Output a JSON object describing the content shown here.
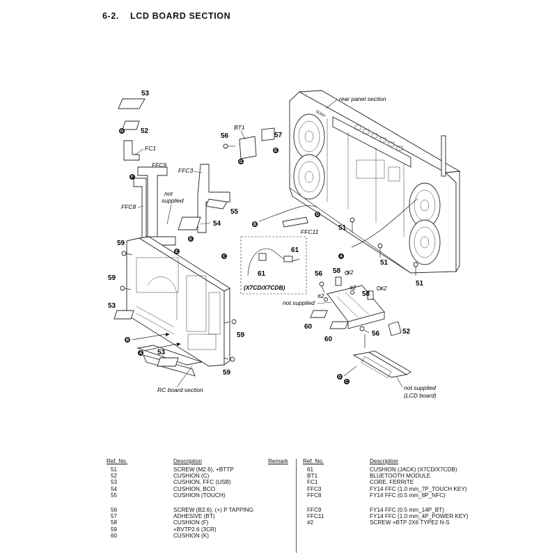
{
  "title": {
    "number": "6-2.",
    "text": "LCD BOARD SECTION"
  },
  "diagram": {
    "labels": {
      "rear_panel": "rear panel section",
      "rc_board": "RC board section",
      "not_supplied_1a": "not",
      "not_supplied_1b": "supplied",
      "not_supplied_2": "not supplied",
      "not_supplied_3a": "not supplied",
      "not_supplied_3b": "(LCD board)",
      "model": "(X7CD/X7CDB)",
      "brand": "SONY"
    },
    "callouts": {
      "c53a": "53",
      "c52a": "52",
      "fc1": "FC1",
      "ffc9": "FFC9",
      "ffc3": "FFC3",
      "ffc8": "FFC8",
      "bt1": "BT1",
      "c56a": "56",
      "c57": "57",
      "c55": "55",
      "c54": "54",
      "ffc11": "FFC11",
      "c51a": "51",
      "c51b": "51",
      "c51c": "51",
      "c61a": "61",
      "c61b": "61",
      "c59a": "59",
      "c59b": "59",
      "c59c": "59",
      "c59d": "59",
      "c53b": "53",
      "c53c": "53",
      "c56b": "56",
      "c58a": "58",
      "c58b": "58",
      "h2a": "#2",
      "h2b": "#2",
      "h2c": "#2",
      "h2d": "#2",
      "c60a": "60",
      "c60b": "60",
      "c56c": "56",
      "c52b": "52"
    },
    "markers": {
      "a": "A",
      "b": "B",
      "c": "C",
      "d": "D",
      "e": "E",
      "f": "F",
      "g": "G"
    }
  },
  "parts_table": {
    "headers": {
      "ref": "Ref. No.",
      "description": "Description",
      "remark": "Remark"
    },
    "left_rows": [
      {
        "ref": "51",
        "desc": "SCREW (M2.6), +BTTP",
        "remark": ""
      },
      {
        "ref": "52",
        "desc": "CUSHION (C)",
        "remark": ""
      },
      {
        "ref": "53",
        "desc": "CUSHION, FFC (USB)",
        "remark": ""
      },
      {
        "ref": "54",
        "desc": "CUSHION, BCO",
        "remark": ""
      },
      {
        "ref": "55",
        "desc": "CUSHION (TOUCH)",
        "remark": ""
      },
      {
        "ref": "56",
        "desc": "SCREW (B2.6), (+) P TAPPING",
        "remark": ""
      },
      {
        "ref": "57",
        "desc": "ADHESIVE (BT)",
        "remark": ""
      },
      {
        "ref": "58",
        "desc": "CUSHION (F)",
        "remark": ""
      },
      {
        "ref": "59",
        "desc": "+BVTP2.6 (3CR)",
        "remark": ""
      },
      {
        "ref": "60",
        "desc": "CUSHION (K)",
        "remark": ""
      }
    ],
    "right_rows": [
      {
        "ref": "61",
        "desc": "CUSHION (JACK) (X7CD/X7CDB)"
      },
      {
        "ref": "BT1",
        "desc": "BLUETOOTH MODULE"
      },
      {
        "ref": "FC1",
        "desc": "CORE, FERRITE"
      },
      {
        "ref": "FFC3",
        "desc": "FY14 FFC (1.0 mm_7P_TOUCH KEY)"
      },
      {
        "ref": "FFC8",
        "desc": "FY14 FFC (0.5 mm_8P_NFC)"
      },
      {
        "ref": "FFC9",
        "desc": "FY14 FFC (0.5 mm_14P_BT)"
      },
      {
        "ref": "FFC11",
        "desc": "FY14 FFC (1.0 mm_4P_POWER KEY)"
      },
      {
        "ref": "#2",
        "desc": "SCREW +BTP 2X6 TYPE2 N-S"
      }
    ]
  }
}
